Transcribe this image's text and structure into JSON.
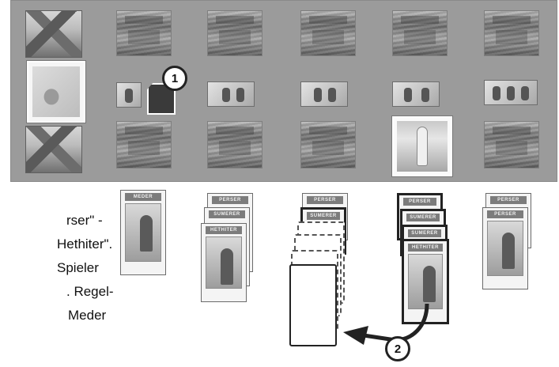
{
  "board": {
    "callout_1": "1",
    "columns": 6,
    "rows": 3
  },
  "stack_labels": {
    "meder": "MEDER",
    "perser": "PERSER",
    "sumerer": "SUMERER",
    "hethiter": "HETHITER"
  },
  "callout_2": "2",
  "text_fragments": [
    "rser\" -",
    "Hethiter\".",
    "Spieler",
    ". Regel-",
    "Meder"
  ]
}
